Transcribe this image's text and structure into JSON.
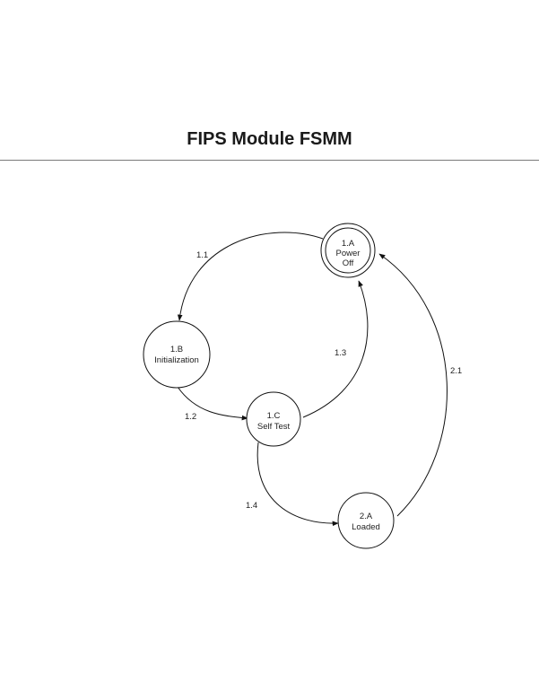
{
  "title": "FIPS Module FSMM",
  "states": {
    "power_off": {
      "id": "1.A",
      "label_line1": "Power",
      "label_line2": "Off"
    },
    "initialization": {
      "id": "1.B",
      "label": "Initialization"
    },
    "self_test": {
      "id": "1.C",
      "label": "Self Test"
    },
    "loaded": {
      "id": "2.A",
      "label": "Loaded"
    }
  },
  "transitions": {
    "t1_1": "1.1",
    "t1_2": "1.2",
    "t1_3": "1.3",
    "t1_4": "1.4",
    "t2_1": "2.1"
  }
}
